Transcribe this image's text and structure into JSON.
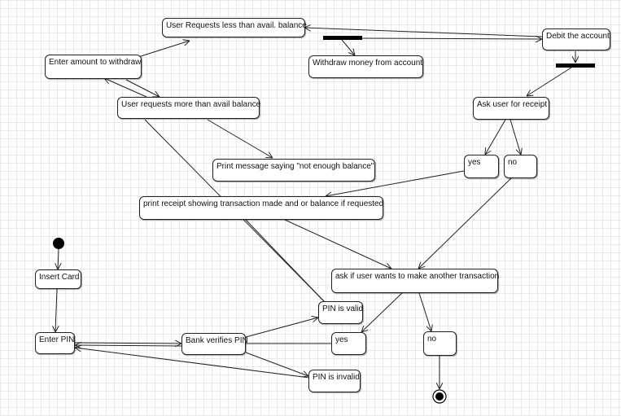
{
  "nodes": {
    "user_requests_less": "User Requests less than avail. balance",
    "enter_amount": "Enter amount to withdraw",
    "withdraw_money": "Withdraw money from account",
    "debit_account": "Debit the account",
    "user_requests_more": "User requests more than avail balance",
    "ask_receipt": "Ask user for receipt",
    "receipt_yes": "yes",
    "receipt_no": "no",
    "print_not_enough": "Print message saying \"not enough balance\"",
    "print_receipt": "print receipt showing transaction made and or balance if requested",
    "insert_card": "Insert Card",
    "ask_another": "ask if user wants to make another transaction",
    "pin_valid": "PIN is valid",
    "enter_pin": "Enter PIN",
    "bank_verifies": "Bank verifies PIN",
    "another_yes": "yes",
    "another_no": "no",
    "pin_invalid": "PIN is invalid"
  }
}
